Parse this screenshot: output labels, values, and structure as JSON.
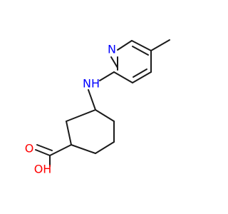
{
  "molecule": {
    "atoms": {
      "ring_nitrogen": "N",
      "amine": "NH",
      "carbonyl_oxygen": "O",
      "hydroxyl": "OH"
    },
    "colors": {
      "bond": "#1a1a1a",
      "nitrogen": "#0000ff",
      "oxygen": "#ff0000",
      "background": "#ffffff"
    }
  }
}
